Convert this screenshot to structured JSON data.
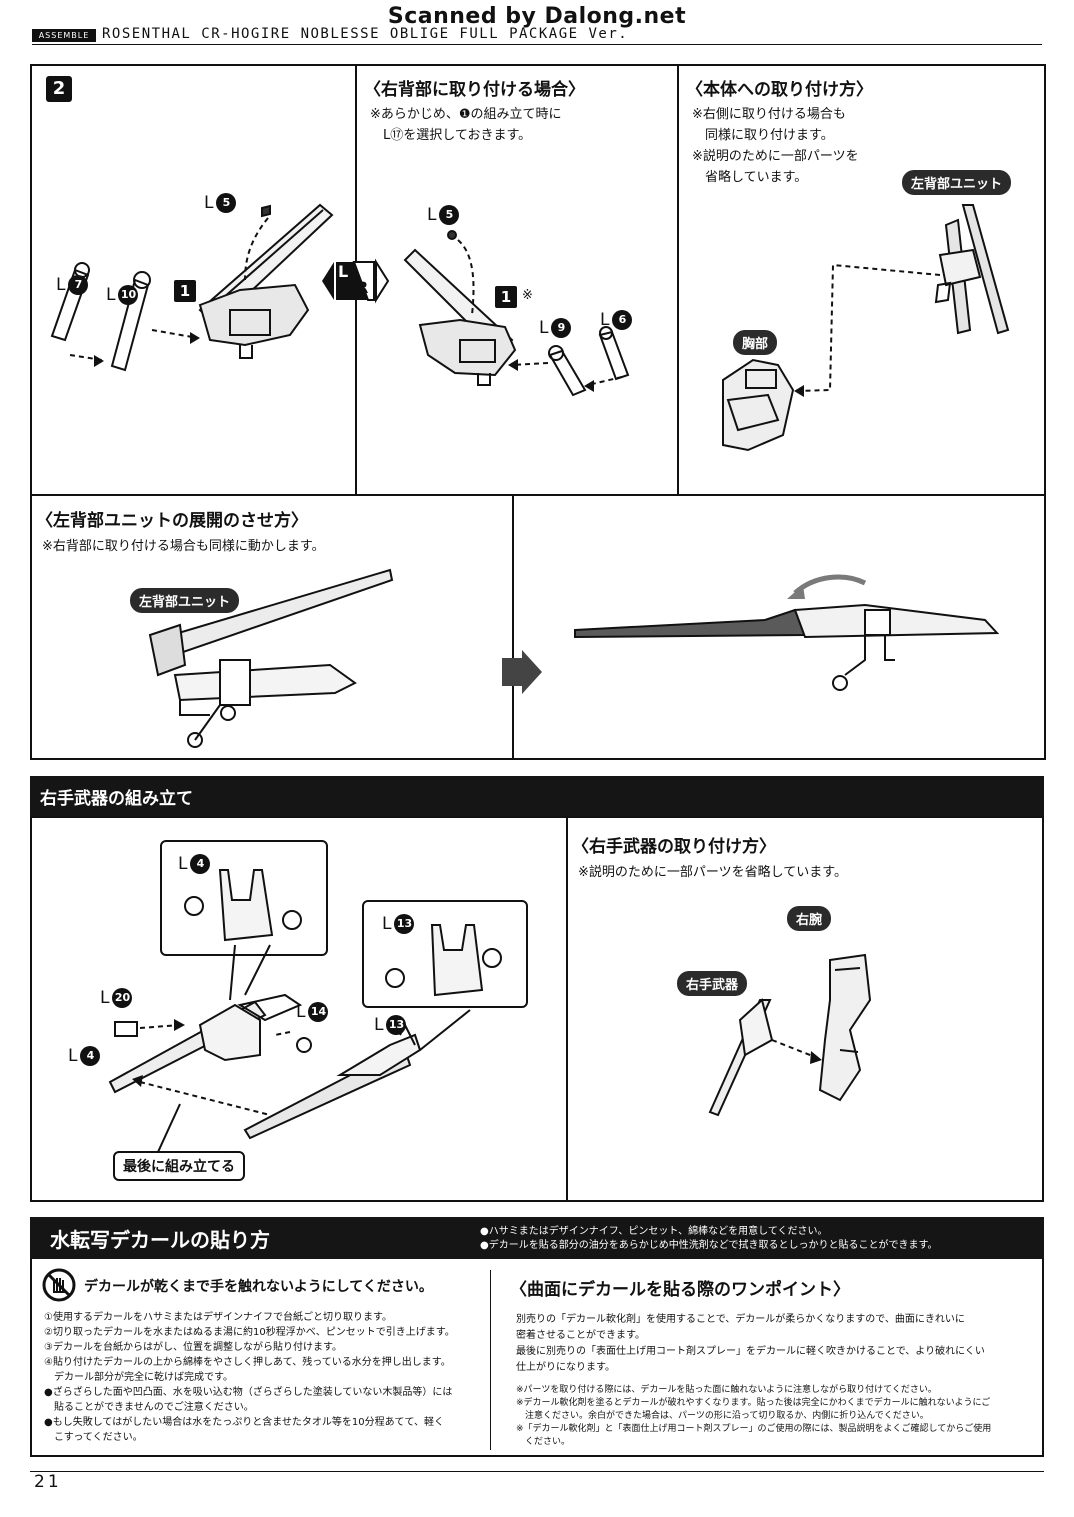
{
  "watermark": "Scanned by Dalong.net",
  "header": {
    "tag": "ASSEMBLE",
    "title": "ROSENTHAL CR-HOGIRE NOBLESSE OBLIGE FULL PACKAGE Ver."
  },
  "step2": {
    "number": "2",
    "labels": {
      "l5": "L",
      "n5": "5",
      "l7": "L",
      "n7": "7",
      "l10": "L",
      "n10": "10",
      "box1": "1"
    },
    "lr_icon": {
      "l": "L",
      "r": "R"
    },
    "right_back": {
      "title": "〈右背部に取り付ける場合〉",
      "note": "※あらかじめ、❶の組み立て時に\n　L⑰を選択しておきます。",
      "labels": {
        "l5": "L",
        "n5": "5",
        "box1": "1",
        "asterisk": "※",
        "l9": "L",
        "n9": "9",
        "l6": "L",
        "n6": "6"
      }
    },
    "body_attach": {
      "title": "〈本体への取り付け方〉",
      "note": "※右側に取り付ける場合も\n　同様に取り付けます。\n※説明のために一部パーツを\n　省略しています。",
      "left_back_unit": "左背部ユニット",
      "chest": "胸部"
    }
  },
  "deploy": {
    "title": "〈左背部ユニットの展開のさせ方〉",
    "note": "※右背部に取り付ける場合も同様に動かします。",
    "left_back_unit": "左背部ユニット"
  },
  "right_weapon": {
    "bar_title": "右手武器の組み立て",
    "labels": {
      "l4a": "L",
      "n4a": "4",
      "l13a": "L",
      "n13a": "13",
      "l20": "L",
      "n20": "20",
      "l14": "L",
      "n14": "14",
      "l13b": "L",
      "n13b": "13",
      "l4b": "L",
      "n4b": "4"
    },
    "assemble_last": "最後に組み立てる",
    "attach_title": "〈右手武器の取り付け方〉",
    "attach_note": "※説明のために一部パーツを省略しています。",
    "right_arm": "右腕",
    "right_weapon_label": "右手武器"
  },
  "decal": {
    "bar_title": "水転写デカールの貼り方",
    "bar_notes": "●ハサミまたはデザインナイフ、ピンセット、綿棒などを用意してください。\n●デカールを貼る部分の油分をあらかじめ中性洗剤などで拭き取るとしっかりと貼ることができます。",
    "warning": "デカールが乾くまで手を触れないようにしてください。",
    "steps": "①使用するデカールをハサミまたはデザインナイフで台紙ごと切り取ります。\n②切り取ったデカールを水またはぬるま湯に約10秒程浮かべ、ピンセットで引き上げます。\n③デカールを台紙からはがし、位置を調整しながら貼り付けます。\n④貼り付けたデカールの上から綿棒をやさしく押しあて、残っている水分を押し出します。\n　デカール部分が完全に乾けば完成です。\n●ざらざらした面や凹凸面、水を吸い込む物（ざらざらした塗装していない木製品等）には\n　貼ることができませんのでご注意ください。\n●もし失敗してはがしたい場合は水をたっぷりと含ませたタオル等を10分程あてて、軽く\n　こすってください。",
    "curved_title": "〈曲面にデカールを貼る際のワンポイント〉",
    "curved_text": "別売りの「デカール軟化剤」を使用することで、デカールが柔らかくなりますので、曲面にきれいに\n密着させることができます。\n最後に別売りの「表面仕上げ用コート剤スプレー」をデカールに軽く吹きかけることで、より破れにくい\n仕上がりになります。",
    "curved_notes": "※パーツを取り付ける際には、デカールを貼った面に触れないように注意しながら取り付けてください。\n※デカール軟化剤を塗るとデカールが破れやすくなります。貼った後は完全にかわくまでデカールに触れないようにご\n　注意ください。余白ができた場合は、パーツの形に沿って切り取るか、内側に折り込んでください。\n※「デカール軟化剤」と「表面仕上げ用コート剤スプレー」のご使用の際には、製品説明をよくご確認してからご使用\n　ください。"
  },
  "page_number": "21",
  "colors": {
    "ink": "#111111",
    "bar": "#151515",
    "arrow_gray": "#7a7a7a",
    "step_arrow": "#444444"
  }
}
